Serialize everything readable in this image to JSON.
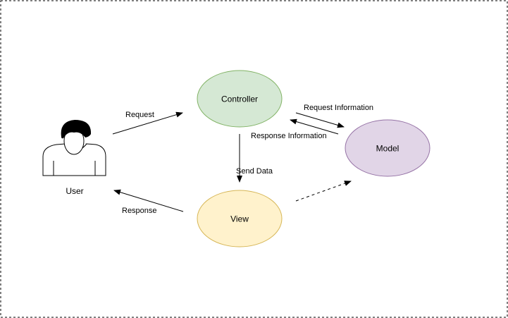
{
  "diagram": {
    "nodes": {
      "controller": {
        "label": "Controller",
        "fill": "#d5e8d4",
        "stroke": "#82b366"
      },
      "model": {
        "label": "Model",
        "fill": "#e1d5e7",
        "stroke": "#9673a6"
      },
      "view": {
        "label": "View",
        "fill": "#fff2cc",
        "stroke": "#d6b656"
      },
      "user": {
        "label": "User",
        "icon": "user-icon"
      }
    },
    "edges": {
      "request": "Request",
      "response": "Response",
      "request_information": "Request Information",
      "response_information": "Response Information",
      "send_data": "Send Data"
    },
    "colors": {
      "border": "#000000",
      "line": "#000000"
    }
  }
}
